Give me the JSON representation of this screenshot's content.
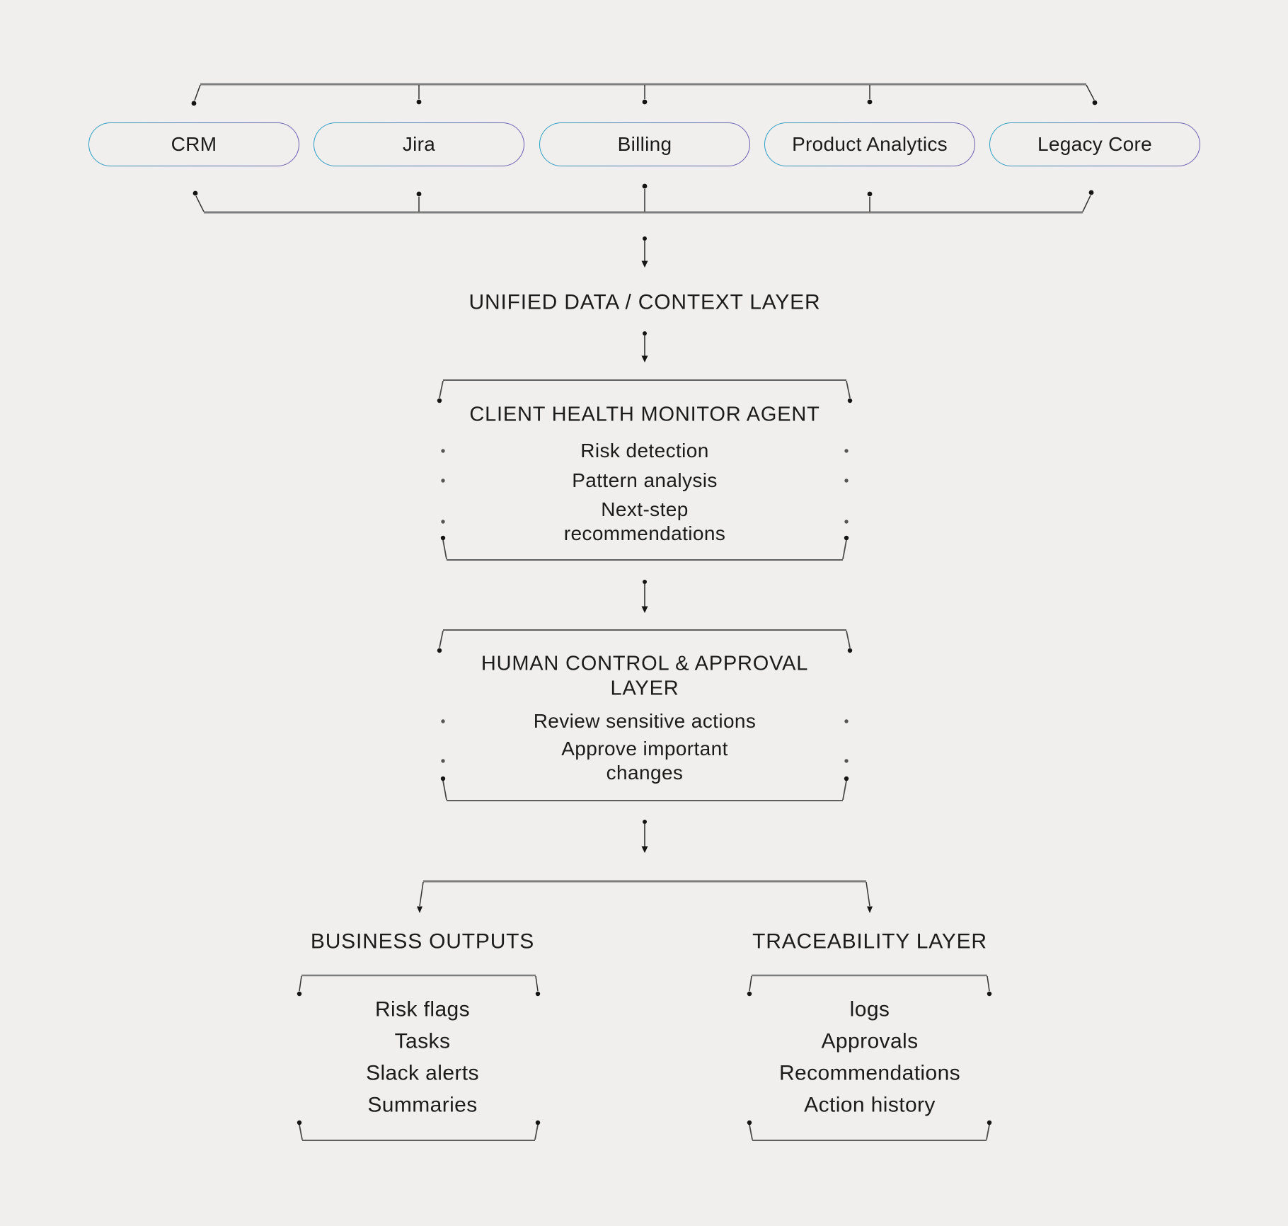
{
  "sources": {
    "items": [
      {
        "label": "CRM"
      },
      {
        "label": "Jira"
      },
      {
        "label": "Billing"
      },
      {
        "label": "Product Analytics"
      },
      {
        "label": "Legacy Core"
      }
    ]
  },
  "unified_layer": {
    "title": "UNIFIED DATA / CONTEXT LAYER"
  },
  "agent": {
    "title": "CLIENT HEALTH MONITOR AGENT",
    "items": [
      {
        "label": "Risk detection"
      },
      {
        "label": "Pattern analysis"
      },
      {
        "label": "Next-step recommendations"
      }
    ]
  },
  "human_layer": {
    "title": "HUMAN CONTROL & APPROVAL LAYER",
    "items": [
      {
        "label": "Review sensitive actions"
      },
      {
        "label": "Approve important changes"
      }
    ]
  },
  "outputs": {
    "title": "BUSINESS OUTPUTS",
    "items": [
      {
        "label": "Risk flags"
      },
      {
        "label": "Tasks"
      },
      {
        "label": "Slack alerts"
      },
      {
        "label": "Summaries"
      }
    ]
  },
  "traceability": {
    "title": "TRACEABILITY LAYER",
    "items": [
      {
        "label": "logs"
      },
      {
        "label": "Approvals"
      },
      {
        "label": "Recommendations"
      },
      {
        "label": "Action history"
      }
    ]
  },
  "colors": {
    "background": "#f0efee",
    "pill_border_start": "#2ba2c6",
    "pill_border_end": "#6f5cb0",
    "connector_gray": "#7d7d7d",
    "connector_dark": "#4a4a4a",
    "dot": "#151515",
    "text": "#1b1b1b"
  }
}
